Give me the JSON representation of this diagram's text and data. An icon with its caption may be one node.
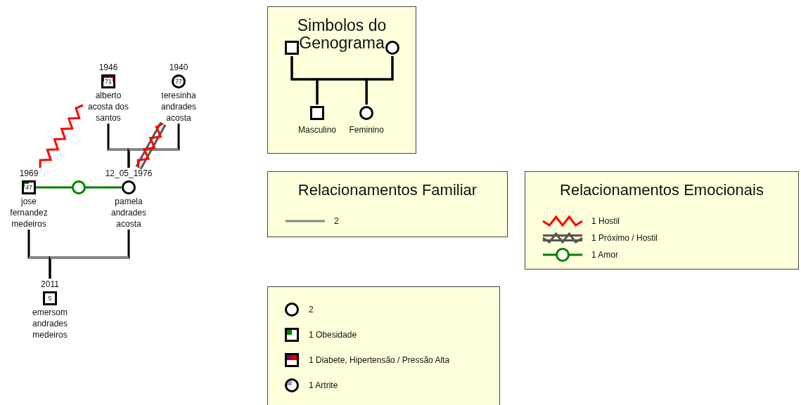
{
  "diagram": {
    "nodes": [
      {
        "text": [
          "71"
        ],
        "beside": [
          "1946",
          "alberto acosta dos santos"
        ]
      },
      {
        "text": [
          "77"
        ],
        "beside": [
          "1940",
          "teresinha andrades acosta"
        ]
      },
      {
        "text": [
          "47"
        ],
        "beside": [
          "1969",
          "jose fernandez medeiros"
        ]
      },
      {
        "text": [],
        "beside": [
          "12_05_1976",
          "pamela andrades acosta"
        ],
        "shape": "circle"
      },
      {
        "text": [
          "5"
        ],
        "beside": [
          "2011",
          "emersom andrades medeiros"
        ]
      },
      {
        "text": [
          "Simbolos do Genograma"
        ]
      },
      {
        "text": [],
        "shape": "box",
        "in": 5
      },
      {
        "text": [],
        "shape": "circle",
        "in": 5
      },
      {
        "text": [],
        "beside": [
          "Masculino"
        ],
        "shape": "box",
        "in": 5
      },
      {
        "text": [],
        "beside": [
          "Feminino"
        ],
        "shape": "circle",
        "in": 5
      },
      {
        "text": [
          "Relacionamentos Familiar"
        ]
      },
      {
        "text": [
          "Relacionamentos Emocionais"
        ]
      },
      {
        "text": [],
        "shape": "box"
      }
    ],
    "edges": [
      {
        "from": 0,
        "to": 3,
        "arrow": "none"
      },
      {
        "from": 1,
        "to": 3,
        "arrow": "none"
      },
      {
        "from": 2,
        "to": 4,
        "arrow": "none"
      },
      {
        "from": 3,
        "to": 4,
        "arrow": "none"
      },
      {
        "from": 0,
        "to": 2,
        "arrow": "none",
        "color": "#ff0000"
      },
      {
        "from": 1,
        "to": 3,
        "arrow": "none",
        "color": "#ff0000"
      },
      {
        "from": 2,
        "to": 3,
        "arrow": "none",
        "color": "#008000"
      },
      {
        "from": 6,
        "to": 8,
        "arrow": "none"
      },
      {
        "from": 6,
        "to": 9,
        "arrow": "none"
      },
      {
        "from": 7,
        "to": 8,
        "arrow": "none"
      },
      {
        "from": 7,
        "to": 9,
        "arrow": "none"
      }
    ],
    "legend": [
      {
        "text": "2"
      },
      {
        "text": "1 Hostil"
      },
      {
        "text": "1 Próximo / Hostil"
      },
      {
        "text": "1 Amor"
      },
      {
        "text": "2"
      },
      {
        "text": "1 Obesidade"
      },
      {
        "text": "1 Diabete, Hipertensão / Pressão Alta"
      },
      {
        "text": "1 Artrite"
      }
    ]
  }
}
